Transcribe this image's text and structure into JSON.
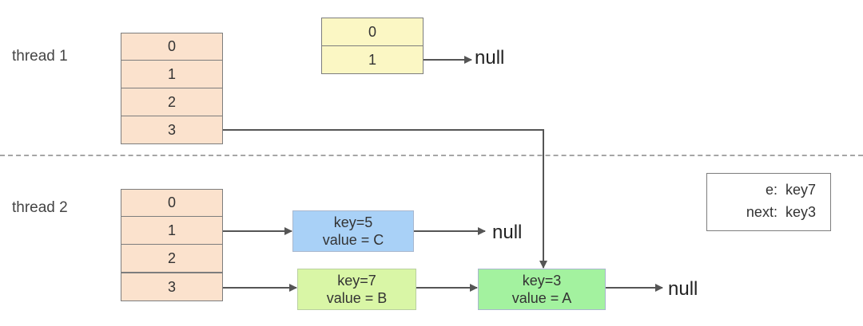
{
  "thread1": {
    "label": "thread 1",
    "table": [
      "0",
      "1",
      "2",
      "3"
    ],
    "new_table": [
      "0",
      "1"
    ],
    "new_table_null": "null"
  },
  "thread2": {
    "label": "thread 2",
    "table": [
      "0",
      "1",
      "2",
      "3"
    ],
    "nodes": [
      {
        "key": "key=5",
        "value": "value = C",
        "color": "#a9d1f7"
      },
      {
        "key": "key=7",
        "value": "value = B",
        "color": "#d9f6a6"
      },
      {
        "key": "key=3",
        "value": "value = A",
        "color": "#a3f29f"
      }
    ],
    "null_labels": [
      "null",
      "null"
    ]
  },
  "legend": {
    "e_label": "e:",
    "e_value": "key7",
    "next_label": "next:",
    "next_value": "key3"
  },
  "colors": {
    "table_fill": "#fbe2cd",
    "new_table_fill": "#fbf7c4",
    "arrow": "#555555",
    "divider": "#a6a6a6"
  }
}
